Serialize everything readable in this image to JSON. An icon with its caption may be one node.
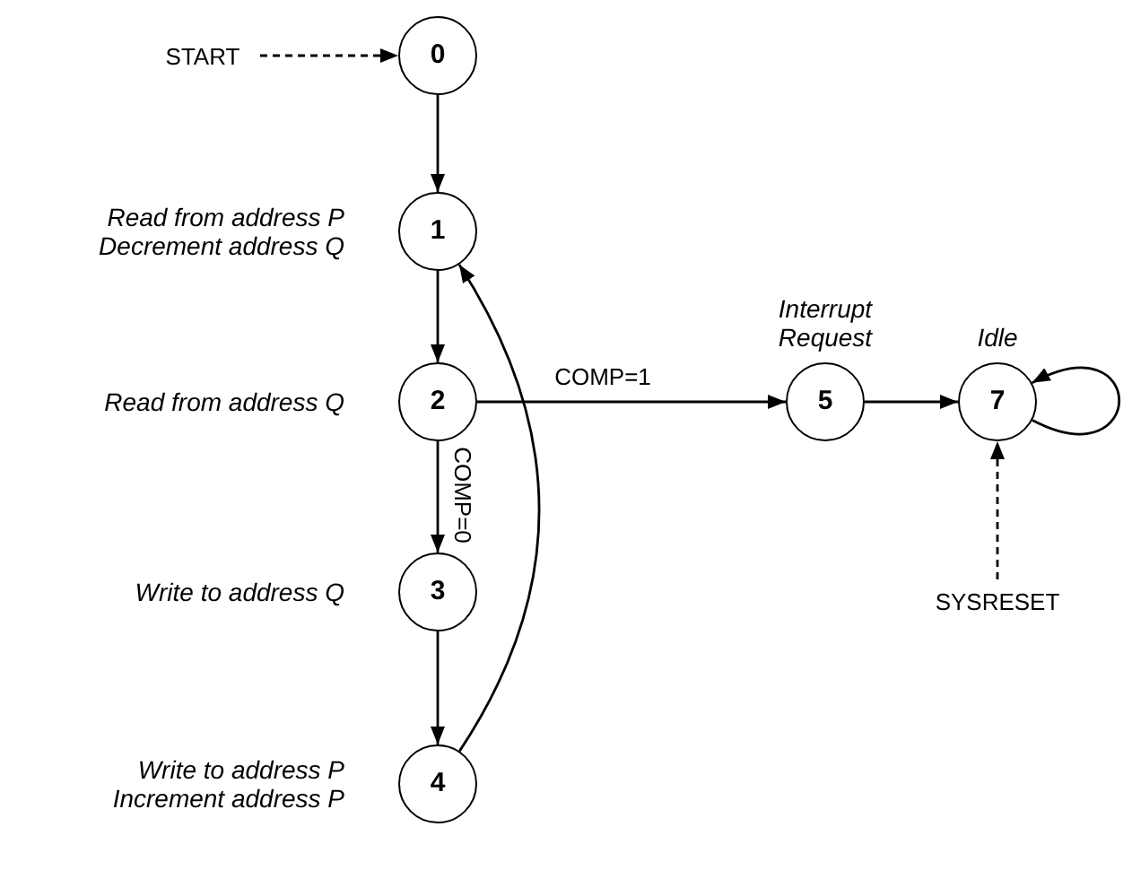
{
  "diagram": {
    "nodes": [
      {
        "text": [
          "START"
        ]
      },
      {
        "text": [
          "0"
        ]
      },
      {
        "text": [
          "1"
        ],
        "beside": [
          "Read from address P",
          "Decrement address Q"
        ]
      },
      {
        "text": [
          "2"
        ],
        "beside": [
          "Read from address Q"
        ]
      },
      {
        "text": [
          "3"
        ],
        "beside": [
          "Write to address Q"
        ]
      },
      {
        "text": [
          "4"
        ],
        "beside": [
          "Write to address P",
          "Increment address P"
        ]
      },
      {
        "text": [
          "5"
        ],
        "beside": [
          "Interrupt Request"
        ]
      },
      {
        "text": [
          "7"
        ],
        "beside": [
          "Idle"
        ]
      },
      {
        "text": [
          "SYSRESET"
        ]
      }
    ],
    "edges": [
      {
        "from": 0,
        "to": 1,
        "arrow": "to",
        "style": "dashed"
      },
      {
        "from": 1,
        "to": 2,
        "arrow": "to"
      },
      {
        "from": 2,
        "to": 3,
        "arrow": "to"
      },
      {
        "from": 3,
        "to": 4,
        "arrow": "to",
        "label": "COMP=0"
      },
      {
        "from": 4,
        "to": 5,
        "arrow": "to"
      },
      {
        "from": 5,
        "to": 2,
        "arrow": "to"
      },
      {
        "from": 3,
        "to": 6,
        "arrow": "to",
        "label": "COMP=1"
      },
      {
        "from": 6,
        "to": 7,
        "arrow": "to"
      },
      {
        "from": 7,
        "to": 7,
        "arrow": "to"
      },
      {
        "from": 8,
        "to": 7,
        "arrow": "to",
        "style": "dashed"
      }
    ]
  }
}
